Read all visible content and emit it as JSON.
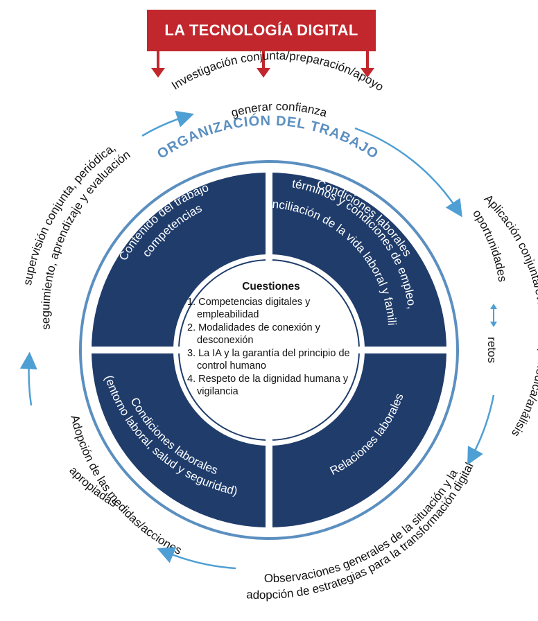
{
  "banner": {
    "title": "LA TECNOLOGÍA DIGITAL"
  },
  "organization_label": "ORGANIZACIÓN DEL TRABAJO",
  "quadrants": {
    "top_left": {
      "line1": "Contenido del trabajo",
      "line2": "competencias"
    },
    "top_right": {
      "line1": "Condiciones laborales",
      "line2": "(términos y condiciones de empleo,",
      "line3": "conciliación de la vida laboral y familiar)"
    },
    "bottom_left": {
      "line1": "Condiciones laborales",
      "line2": "(entorno laboral, salud y seguridad)"
    },
    "bottom_right": {
      "line1": "Relaciones laborales"
    }
  },
  "issues": {
    "title": "Cuestiones",
    "items": [
      "1. Competencias digitales y empleabilidad",
      "2. Modalidades de conexión y desconexión",
      "3. La IA y la garantía del principio de control humano",
      "4. Respeto de la dignidad humana y vigilancia"
    ]
  },
  "cycle": {
    "top_line1": "Investigación conjunta/preparación/apoyo",
    "top_line2": "generar confianza",
    "right_line1": "Aplicación conjunta/evaluación periódica/análisis",
    "right_line2": "oportunidades",
    "right_line3": "retos",
    "bottom_line1": "Observaciones generales de la situación y la",
    "bottom_line2": "adopción de estrategias para la transformación digital",
    "left_bottom_line1": "Adopción de las medidas/acciones",
    "left_bottom_line2": "apropiadas",
    "left_top_line1": "supervisión conjunta, periódica,",
    "left_top_line2": "seguimiento, aprendizaje y evaluación"
  },
  "colors": {
    "banner": "#c1272d",
    "quadrant": "#1f3c6b",
    "ring": "#5b8fc0",
    "arrow": "#4e9fd4"
  }
}
